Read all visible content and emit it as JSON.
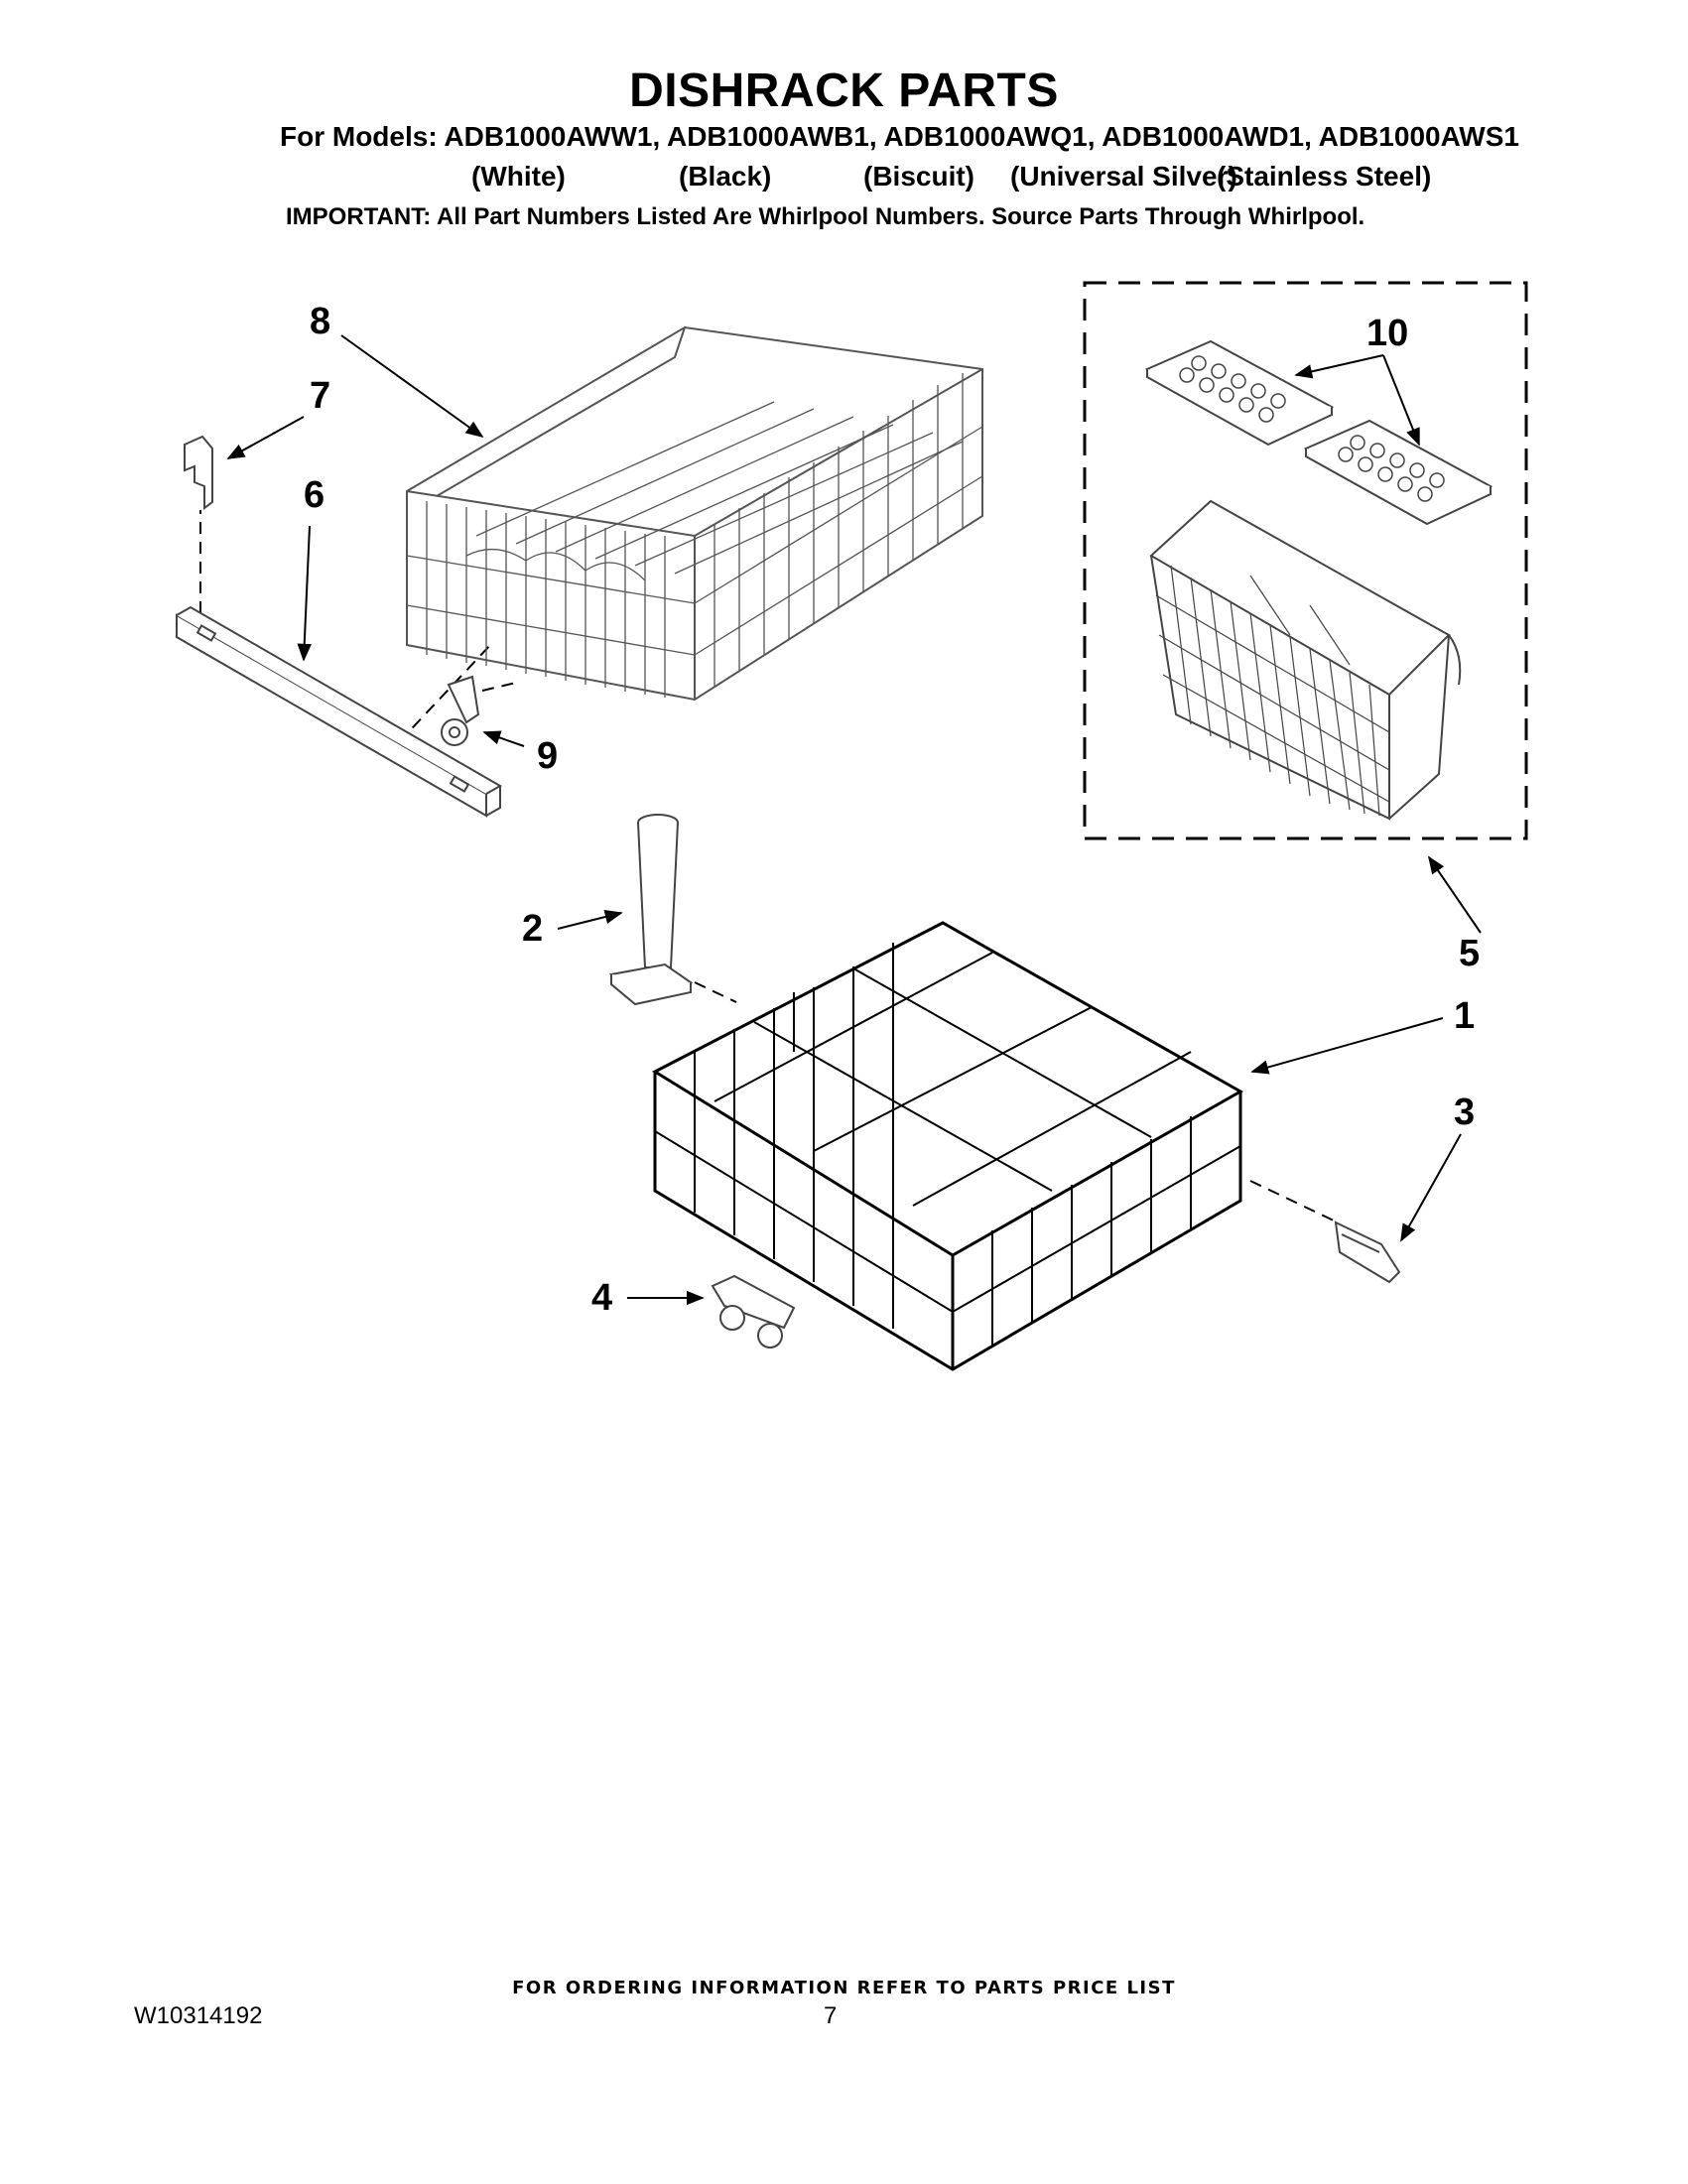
{
  "header": {
    "title": "DISHRACK PARTS",
    "models_line": "For Models: ADB1000AWW1, ADB1000AWB1, ADB1000AWQ1, ADB1000AWD1, ADB1000AWS1",
    "colors": [
      "(White)",
      "(Black)",
      "(Biscuit)",
      "(Universal Silver)",
      "(Stainless Steel)"
    ],
    "important": "IMPORTANT: All Part Numbers Listed Are Whirlpool Numbers. Source Parts Through Whirlpool."
  },
  "callouts": [
    "1",
    "2",
    "3",
    "4",
    "5",
    "6",
    "7",
    "8",
    "9",
    "10"
  ],
  "footer": {
    "ordering_note": "FOR ORDERING INFORMATION REFER TO PARTS PRICE LIST",
    "doc_number": "W10314192",
    "page_number": "7"
  }
}
